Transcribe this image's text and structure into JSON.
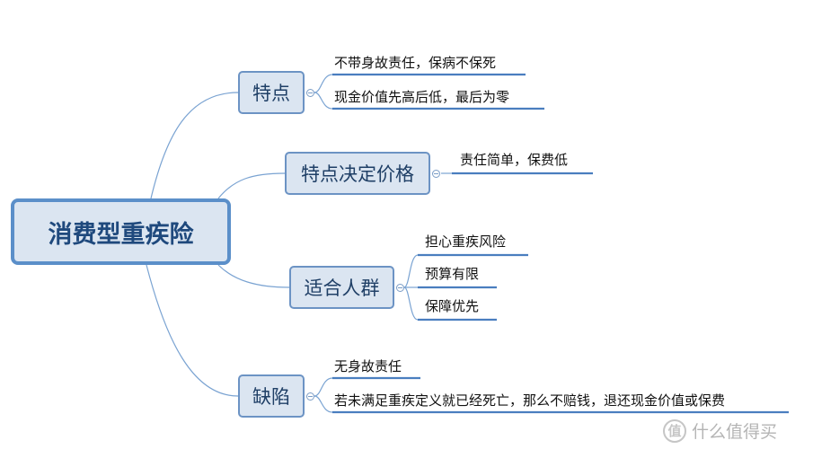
{
  "mindmap": {
    "root": "消费型重疾险",
    "branches": [
      {
        "label": "特点",
        "leaves": [
          "不带身故责任，保病不保死",
          "现金价值先高后低，最后为零"
        ]
      },
      {
        "label": "特点决定价格",
        "leaves": [
          "责任简单，保费低"
        ]
      },
      {
        "label": "适合人群",
        "leaves": [
          "担心重疾风险",
          "预算有限",
          "保障优先"
        ]
      },
      {
        "label": "缺陷",
        "leaves": [
          "无身故责任",
          "若未满足重疾定义就已经死亡，那么不赔钱，退还现金价值或保费"
        ]
      }
    ]
  },
  "colors": {
    "accent": "#5b8fc9",
    "node_fill": "#dbe5f1",
    "text_dark": "#1f497d"
  },
  "watermark": {
    "logo_glyph": "值",
    "text": "什么值得买"
  }
}
